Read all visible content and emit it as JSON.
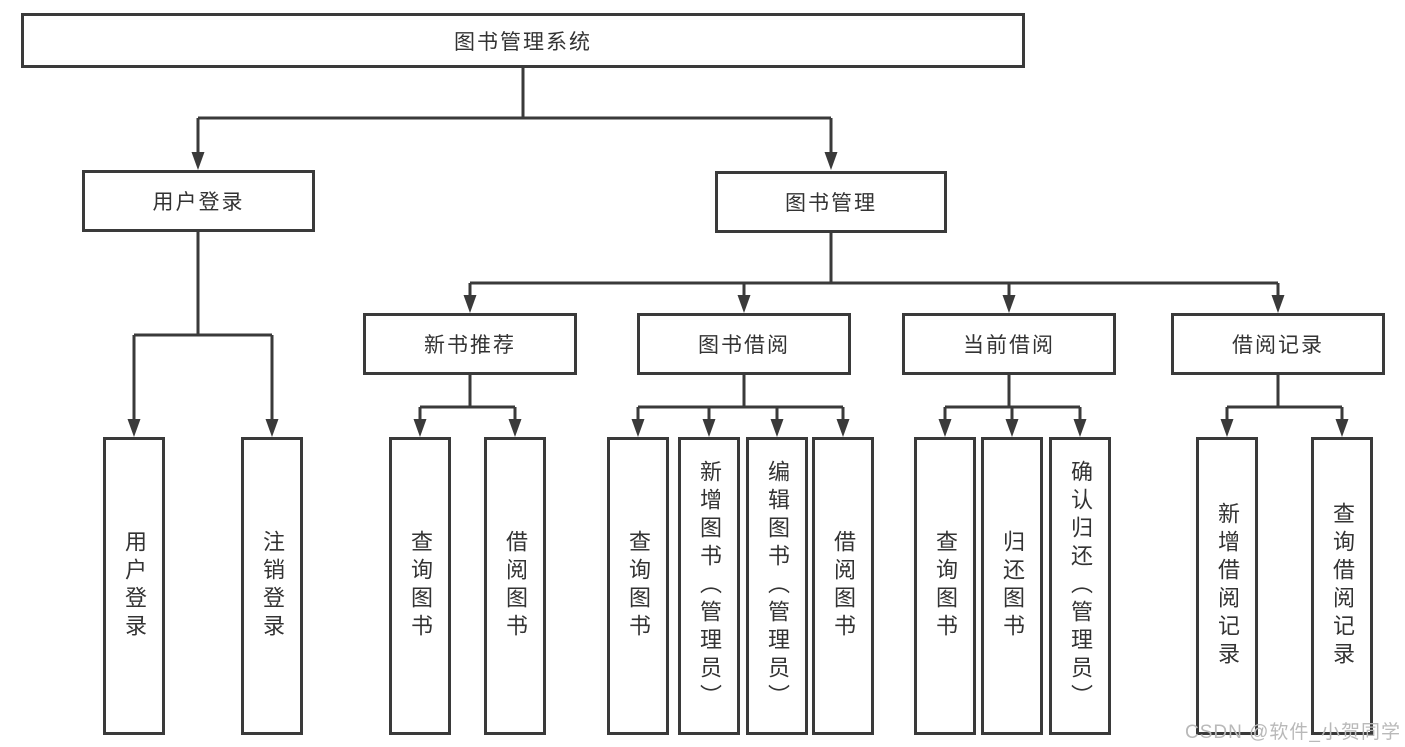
{
  "diagram": {
    "root": {
      "label": "图书管理系统"
    },
    "user_login": {
      "label": "用户登录",
      "children": [
        {
          "label": "用户登录"
        },
        {
          "label": "注销登录"
        }
      ]
    },
    "book_mgmt": {
      "label": "图书管理",
      "modules": [
        {
          "label": "新书推荐",
          "children": [
            {
              "label": "查询图书"
            },
            {
              "label": "借阅图书"
            }
          ]
        },
        {
          "label": "图书借阅",
          "children": [
            {
              "label": "查询图书"
            },
            {
              "label": "新增图书（管理员）"
            },
            {
              "label": "编辑图书（管理员）"
            },
            {
              "label": "借阅图书"
            }
          ]
        },
        {
          "label": "当前借阅",
          "children": [
            {
              "label": "查询图书"
            },
            {
              "label": "归还图书"
            },
            {
              "label": "确认归还（管理员）"
            }
          ]
        },
        {
          "label": "借阅记录",
          "children": [
            {
              "label": "新增借阅记录"
            },
            {
              "label": "查询借阅记录"
            }
          ]
        }
      ]
    }
  },
  "watermark": {
    "text": "CSDN @软件_小贺同学"
  },
  "colors": {
    "line": "#3a3a3a",
    "text": "#333333",
    "watermark": "#b9b9b9",
    "background": "#ffffff"
  }
}
